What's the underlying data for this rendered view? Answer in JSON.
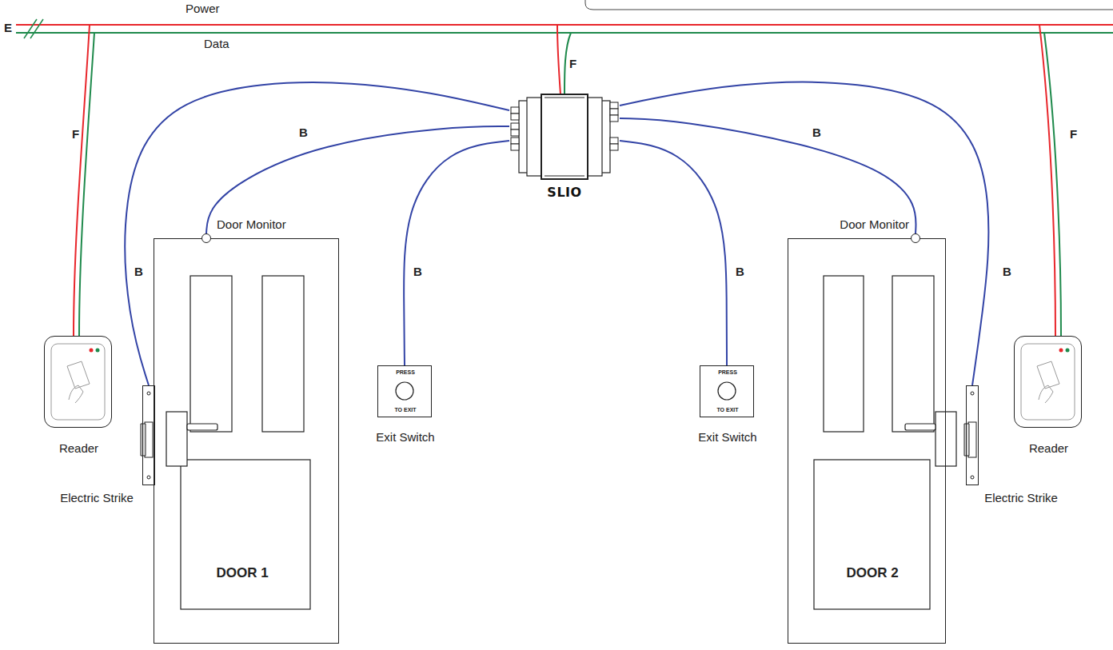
{
  "diagram": {
    "nodes": [
      {
        "text": [
          "SLIO"
        ]
      },
      {
        "text": [
          "DOOR 1"
        ]
      },
      {
        "text": [
          "Door Monitor"
        ]
      },
      {
        "text": [
          "Electric Strike"
        ]
      },
      {
        "text": [
          "Reader"
        ]
      },
      {
        "text": [
          "PRESS",
          "TO EXIT",
          "Exit Switch"
        ]
      },
      {
        "text": [
          "DOOR 2"
        ]
      },
      {
        "text": [
          "Door Monitor"
        ]
      },
      {
        "text": [
          "Electric Strike"
        ]
      },
      {
        "text": [
          "Reader"
        ]
      },
      {
        "text": [
          "PRESS",
          "TO EXIT",
          "Exit Switch"
        ]
      }
    ],
    "edges": [
      {
        "from": 0,
        "to": 3,
        "arrow": "none",
        "label": "B"
      },
      {
        "from": 0,
        "to": 2,
        "arrow": "none",
        "label": "B"
      },
      {
        "from": 0,
        "to": 5,
        "arrow": "none",
        "label": "B"
      },
      {
        "from": 0,
        "to": 10,
        "arrow": "none",
        "label": "B"
      },
      {
        "from": 0,
        "to": 7,
        "arrow": "none",
        "label": "B"
      },
      {
        "from": 0,
        "to": 8,
        "arrow": "none",
        "label": "B"
      }
    ],
    "labels": [
      "Power",
      "Data",
      "E",
      "F",
      "F",
      "F"
    ]
  }
}
